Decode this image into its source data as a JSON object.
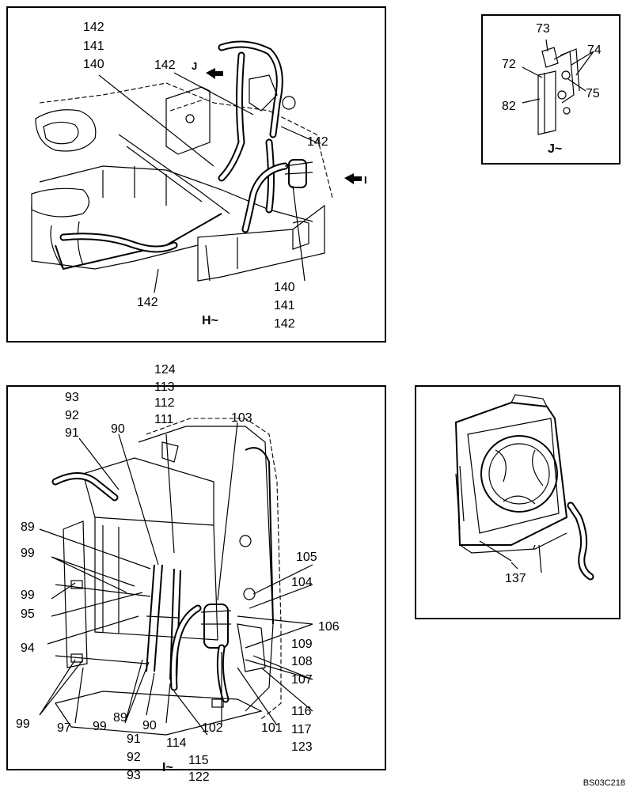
{
  "views": {
    "h": {
      "view_label": "H~",
      "labels": [
        "142",
        "141",
        "140",
        "142",
        "142",
        "140",
        "141",
        "142",
        "142"
      ]
    },
    "j": {
      "view_label": "J~",
      "labels": [
        "73",
        "72",
        "74",
        "75",
        "82"
      ]
    },
    "i": {
      "view_label": "I~",
      "labels": [
        "124",
        "113",
        "112",
        "111",
        "103",
        "93",
        "92",
        "91",
        "90",
        "89",
        "99",
        "105",
        "104",
        "99",
        "95",
        "106",
        "94",
        "109",
        "108",
        "107",
        "116",
        "117",
        "123",
        "99",
        "97",
        "99",
        "89",
        "90",
        "102",
        "101",
        "91",
        "114",
        "92",
        "115",
        "93",
        "122"
      ]
    },
    "detail": {
      "labels": [
        "137"
      ]
    }
  },
  "markers": {
    "j_arrow": "J",
    "i_arrow": "I"
  },
  "drawing_code": "BS03C218"
}
